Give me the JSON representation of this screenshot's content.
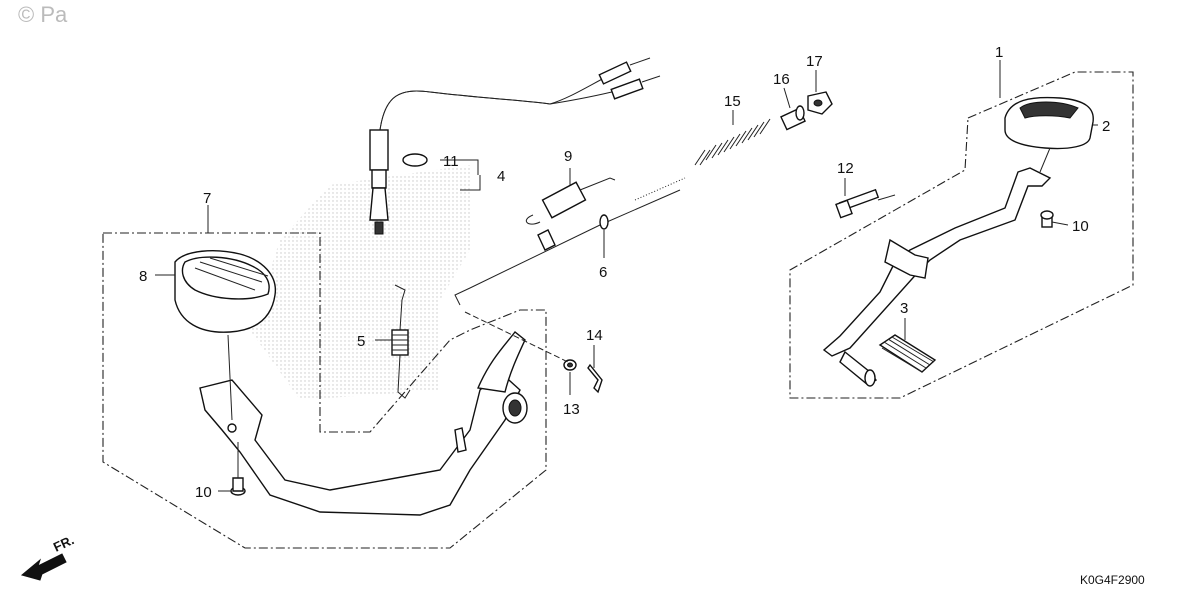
{
  "watermark": "© Pa",
  "diagram_code": "K0G4F2900",
  "direction_label": "FR.",
  "callouts": {
    "c1": "1",
    "c2": "2",
    "c3": "3",
    "c4": "4",
    "c5": "5",
    "c6": "6",
    "c7": "7",
    "c8": "8",
    "c9": "9",
    "c10a": "10",
    "c10b": "10",
    "c11": "11",
    "c12": "12",
    "c13": "13",
    "c14": "14",
    "c15": "15",
    "c16": "16",
    "c17": "17"
  }
}
